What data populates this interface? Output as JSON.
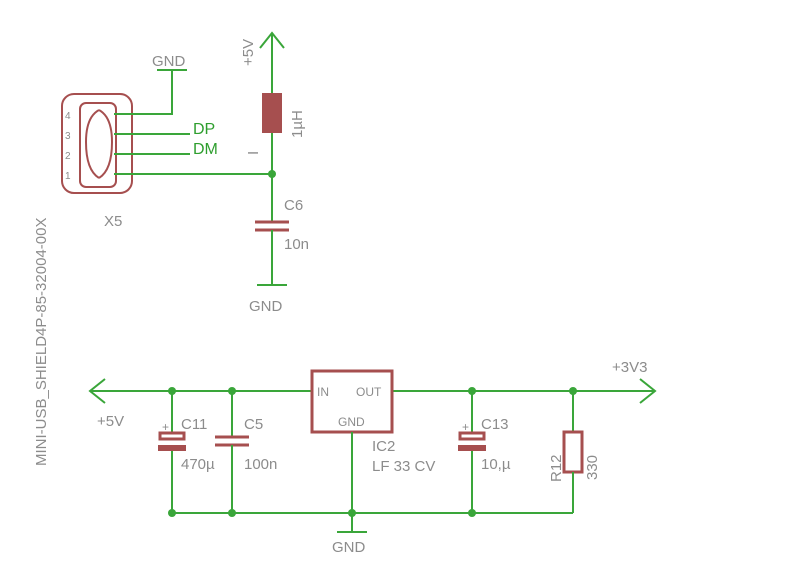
{
  "colors": {
    "wire": "#3aa63a",
    "part": "#a64f4f",
    "text": "#8c8c8c",
    "net_label": "#2e9e2e"
  },
  "connector": {
    "part_number": "MINI-USB_SHIELD4P-85-32004-00X",
    "ref": "X5",
    "pins": [
      "4",
      "3",
      "2",
      "1"
    ]
  },
  "nets": {
    "dp": "DP",
    "dm": "DM"
  },
  "supplies": {
    "gnd_top": "GND",
    "gnd_mid": "GND",
    "gnd_bottom": "GND",
    "vcc_top": "+5V",
    "vcc_left": "+5V",
    "v33": "+3V3"
  },
  "components": {
    "l": {
      "value": "1µH",
      "pin_mark": "I"
    },
    "c6": {
      "ref": "C6",
      "value": "10n"
    },
    "c11": {
      "ref": "C11",
      "value": "470µ",
      "polarity": "+"
    },
    "c5": {
      "ref": "C5",
      "value": "100n"
    },
    "ic2": {
      "ref": "IC2",
      "value": "LF 33 CV",
      "pin_in": "IN",
      "pin_out": "OUT",
      "pin_gnd": "GND"
    },
    "c13": {
      "ref": "C13",
      "value": "10,µ",
      "polarity": "+"
    },
    "r12": {
      "ref": "R12",
      "value": "330"
    }
  }
}
